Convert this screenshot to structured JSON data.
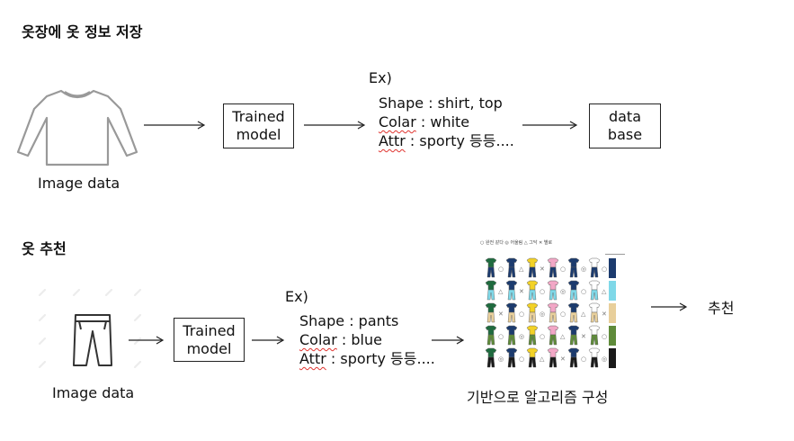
{
  "section1": {
    "title": "옷장에 옷 정보 저장",
    "image_label": "Image data",
    "image_icon": "shirt-icon",
    "model_box": "Trained\nmodel",
    "example_head": "Ex)",
    "lines": [
      {
        "key": "Shape",
        "value": " : shirt, top"
      },
      {
        "key": "Colar",
        "value": " : white"
      },
      {
        "key": "Attr",
        "value": " : sporty 등등...."
      }
    ],
    "db_box": "data\nbase"
  },
  "section2": {
    "title": "옷 추천",
    "image_label": "Image data",
    "image_icon": "pants-icon",
    "model_box": "Trained\nmodel",
    "example_head": "Ex)",
    "lines": [
      {
        "key": "Shape",
        "value": " : pants"
      },
      {
        "key": "Colar",
        "value": " : blue"
      },
      {
        "key": "Attr",
        "value": " : sporty 등등...."
      }
    ],
    "grid_caption": "기반으로 알고리즘 구성",
    "result": "추천",
    "grid_icon": "outfit-combination-chart",
    "grid_header_text": "○ 완전 같다  ◎ 어울림  △ 그닥  ✕ 별로"
  },
  "colors": {
    "arrow": "#222222",
    "squiggle": "#e0342f",
    "green": "#1f6b3f",
    "navy": "#1c3b6e",
    "yellow": "#f3d226",
    "pink": "#f2a7c6",
    "cyan": "#7fd8e8",
    "beige": "#e8cf9b",
    "olive": "#5f8b3a",
    "black": "#1a1a1a"
  }
}
